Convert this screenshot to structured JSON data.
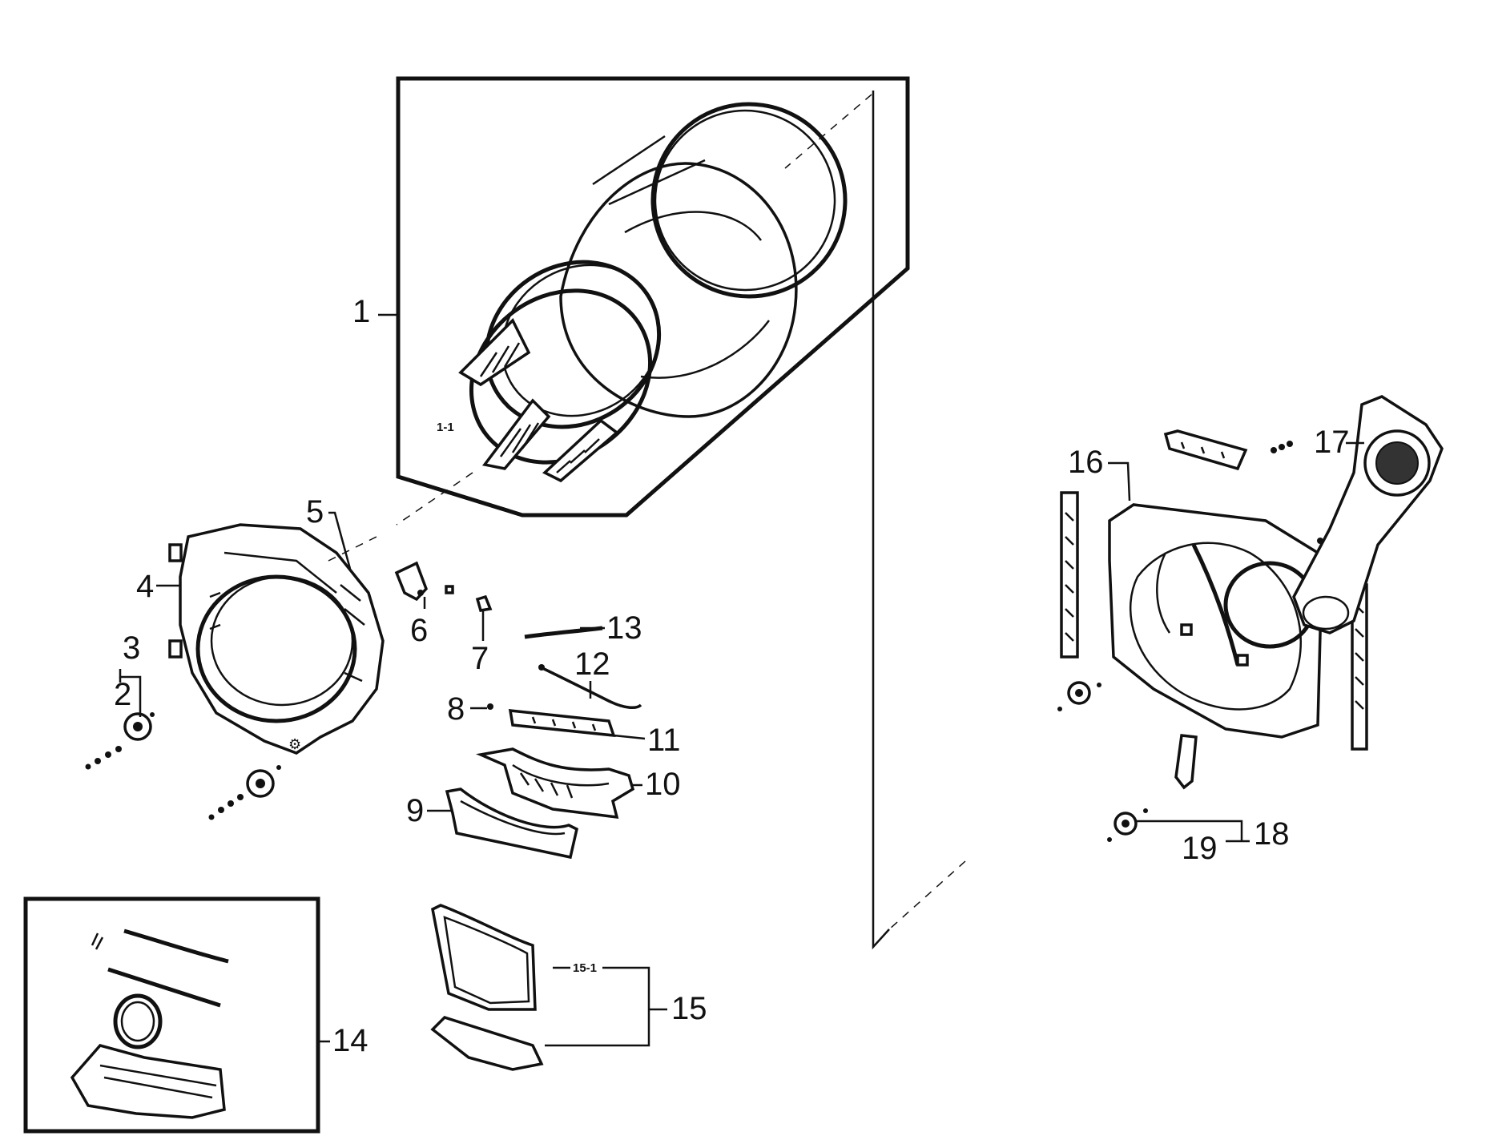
{
  "labels": {
    "l1": "1",
    "l1_1": "1-1",
    "l2": "2",
    "l3": "3",
    "l4": "4",
    "l5": "5",
    "l6": "6",
    "l7": "7",
    "l8": "8",
    "l9": "9",
    "l10": "10",
    "l11": "11",
    "l12": "12",
    "l13": "13",
    "l14": "14",
    "l15": "15",
    "l15_1": "15-1",
    "l16": "16",
    "l17": "17",
    "l18": "18",
    "l19": "19"
  }
}
